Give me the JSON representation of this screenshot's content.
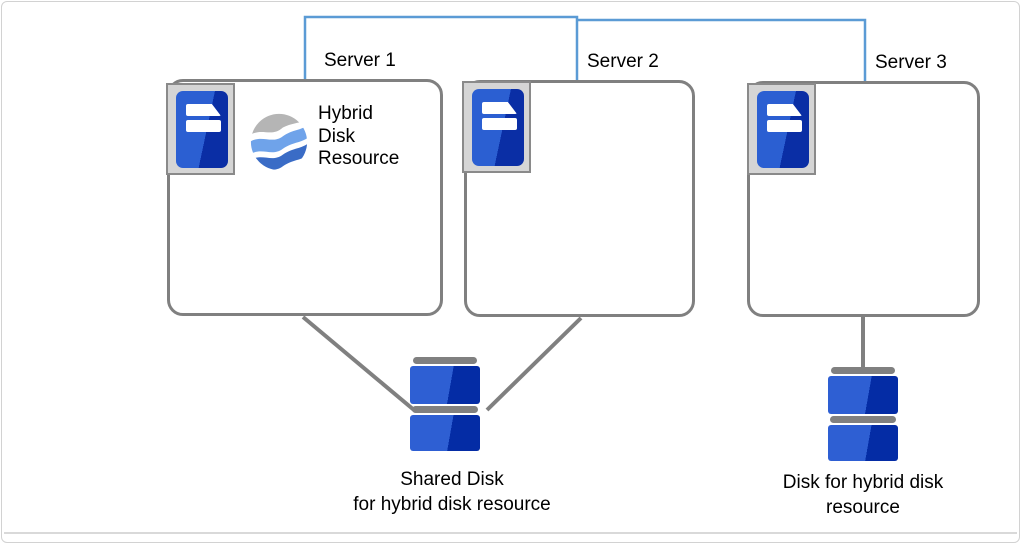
{
  "servers": [
    {
      "label": "Server 1"
    },
    {
      "label": "Server 2"
    },
    {
      "label": "Server 3"
    }
  ],
  "resource": {
    "label": "Hybrid\nDisk\nResource",
    "icon": "globe-waves-icon"
  },
  "disks": [
    {
      "label": "Shared Disk\nfor hybrid disk resource",
      "icon": "disk-stack-icon"
    },
    {
      "label": "Disk for hybrid disk\nresource",
      "icon": "disk-stack-icon"
    }
  ],
  "icons": {
    "server": "server-chassis-icon",
    "resource": "globe-waves-icon",
    "disk": "disk-stack-icon"
  },
  "colors": {
    "interconnect_blue": "#5B9BD5",
    "connector_gray": "#808080",
    "box_border_gray": "#808080",
    "icon_frame_gray": "#8A8A8A",
    "server_blue_light": "#2B5FD2",
    "server_blue_dark": "#0A2EA5",
    "disk_blue_light": "#2E5FD3",
    "disk_blue_dark": "#042CA5",
    "globe_gray": "#B5B5B5",
    "globe_light_blue": "#6FA3EA",
    "globe_mid_blue": "#3A6CC6",
    "globe_navy": "#1B3C7E"
  }
}
